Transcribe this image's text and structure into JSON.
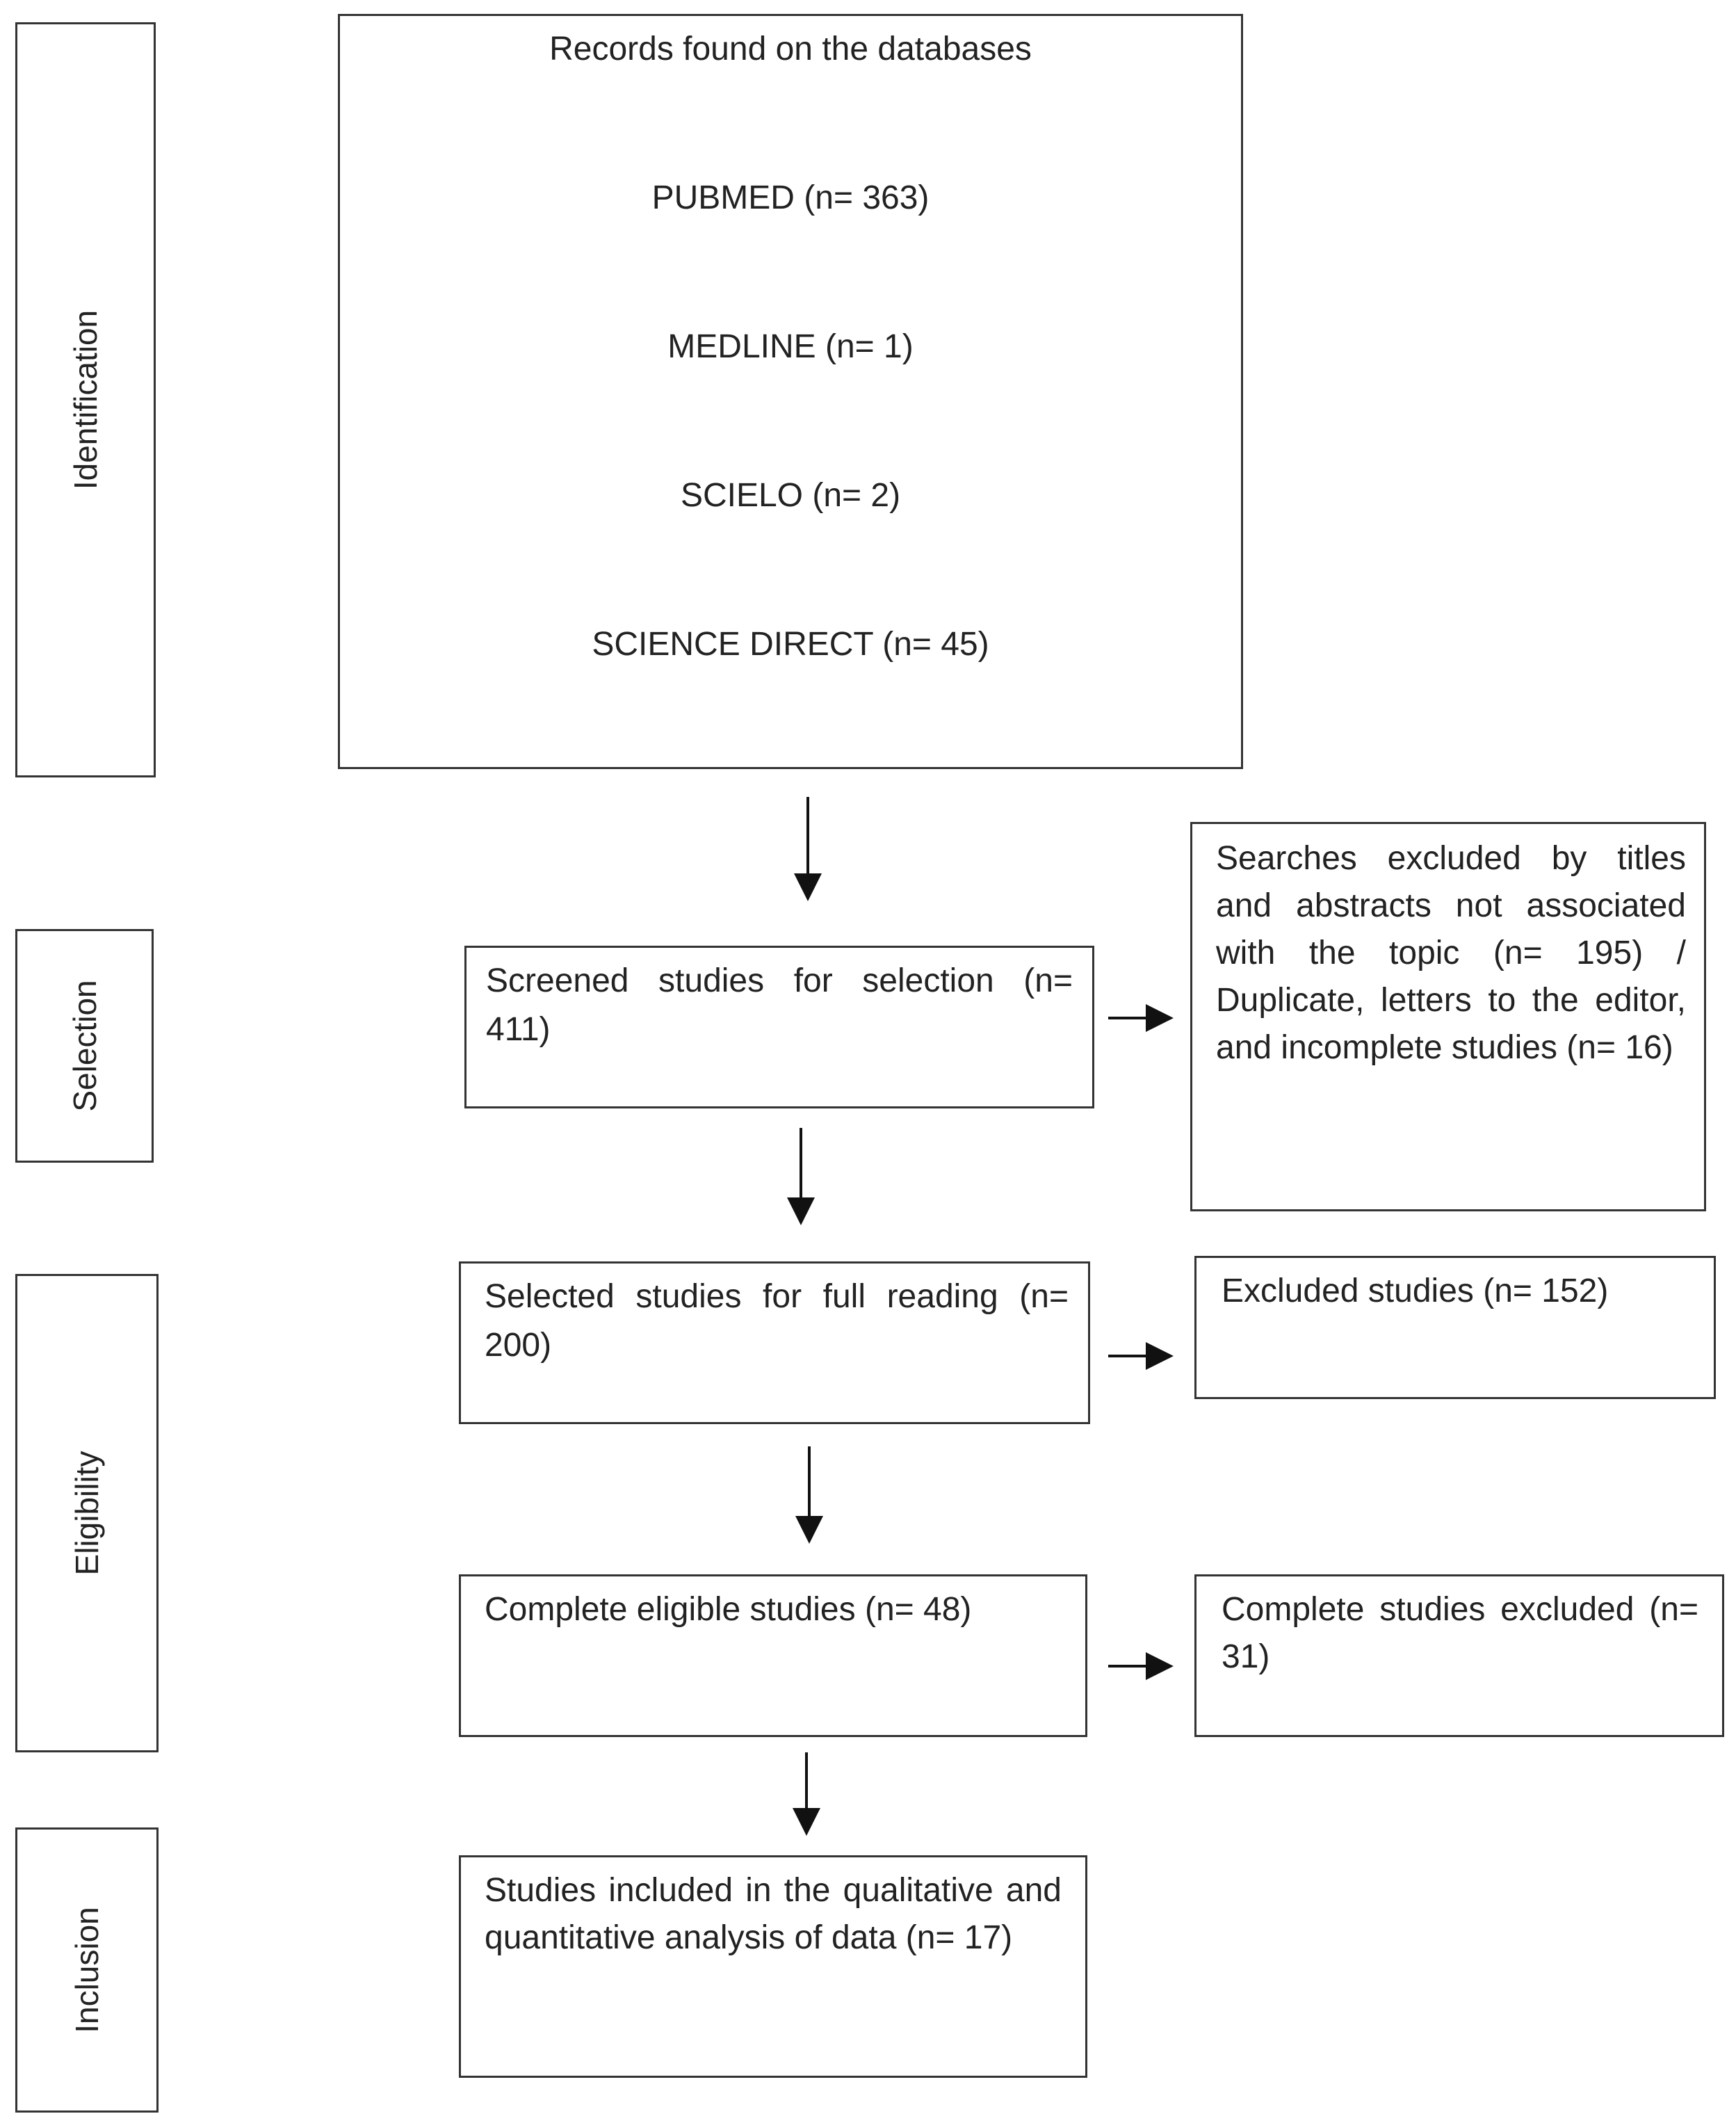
{
  "stages": {
    "identification": "Identification",
    "selection": "Selection",
    "eligibility": "Eligibility",
    "inclusion": "Inclusion"
  },
  "records": {
    "heading": "Records found on the databases",
    "databases": [
      "PUBMED (n= 363)",
      "MEDLINE (n= 1)",
      "SCIELO (n= 2)",
      "SCIENCE DIRECT (n= 45)"
    ]
  },
  "screened": {
    "line1": "Screened studies for selection (n=",
    "line2": "411)"
  },
  "excluded_titles": "Searches excluded by titles and abstracts not associated with the topic (n= 195) / Duplicate, letters to the editor, and incomplete studies (n= 16)",
  "full_reading": {
    "line1": "Selected studies for full reading (n=",
    "line2": "200)"
  },
  "excluded_studies": "Excluded studies (n= 152)",
  "eligible": "Complete eligible studies (n= 48)",
  "complete_excluded": "Complete studies excluded (n= 31)",
  "included": "Studies included in the qualitative and quantitative analysis of data (n= 17)"
}
